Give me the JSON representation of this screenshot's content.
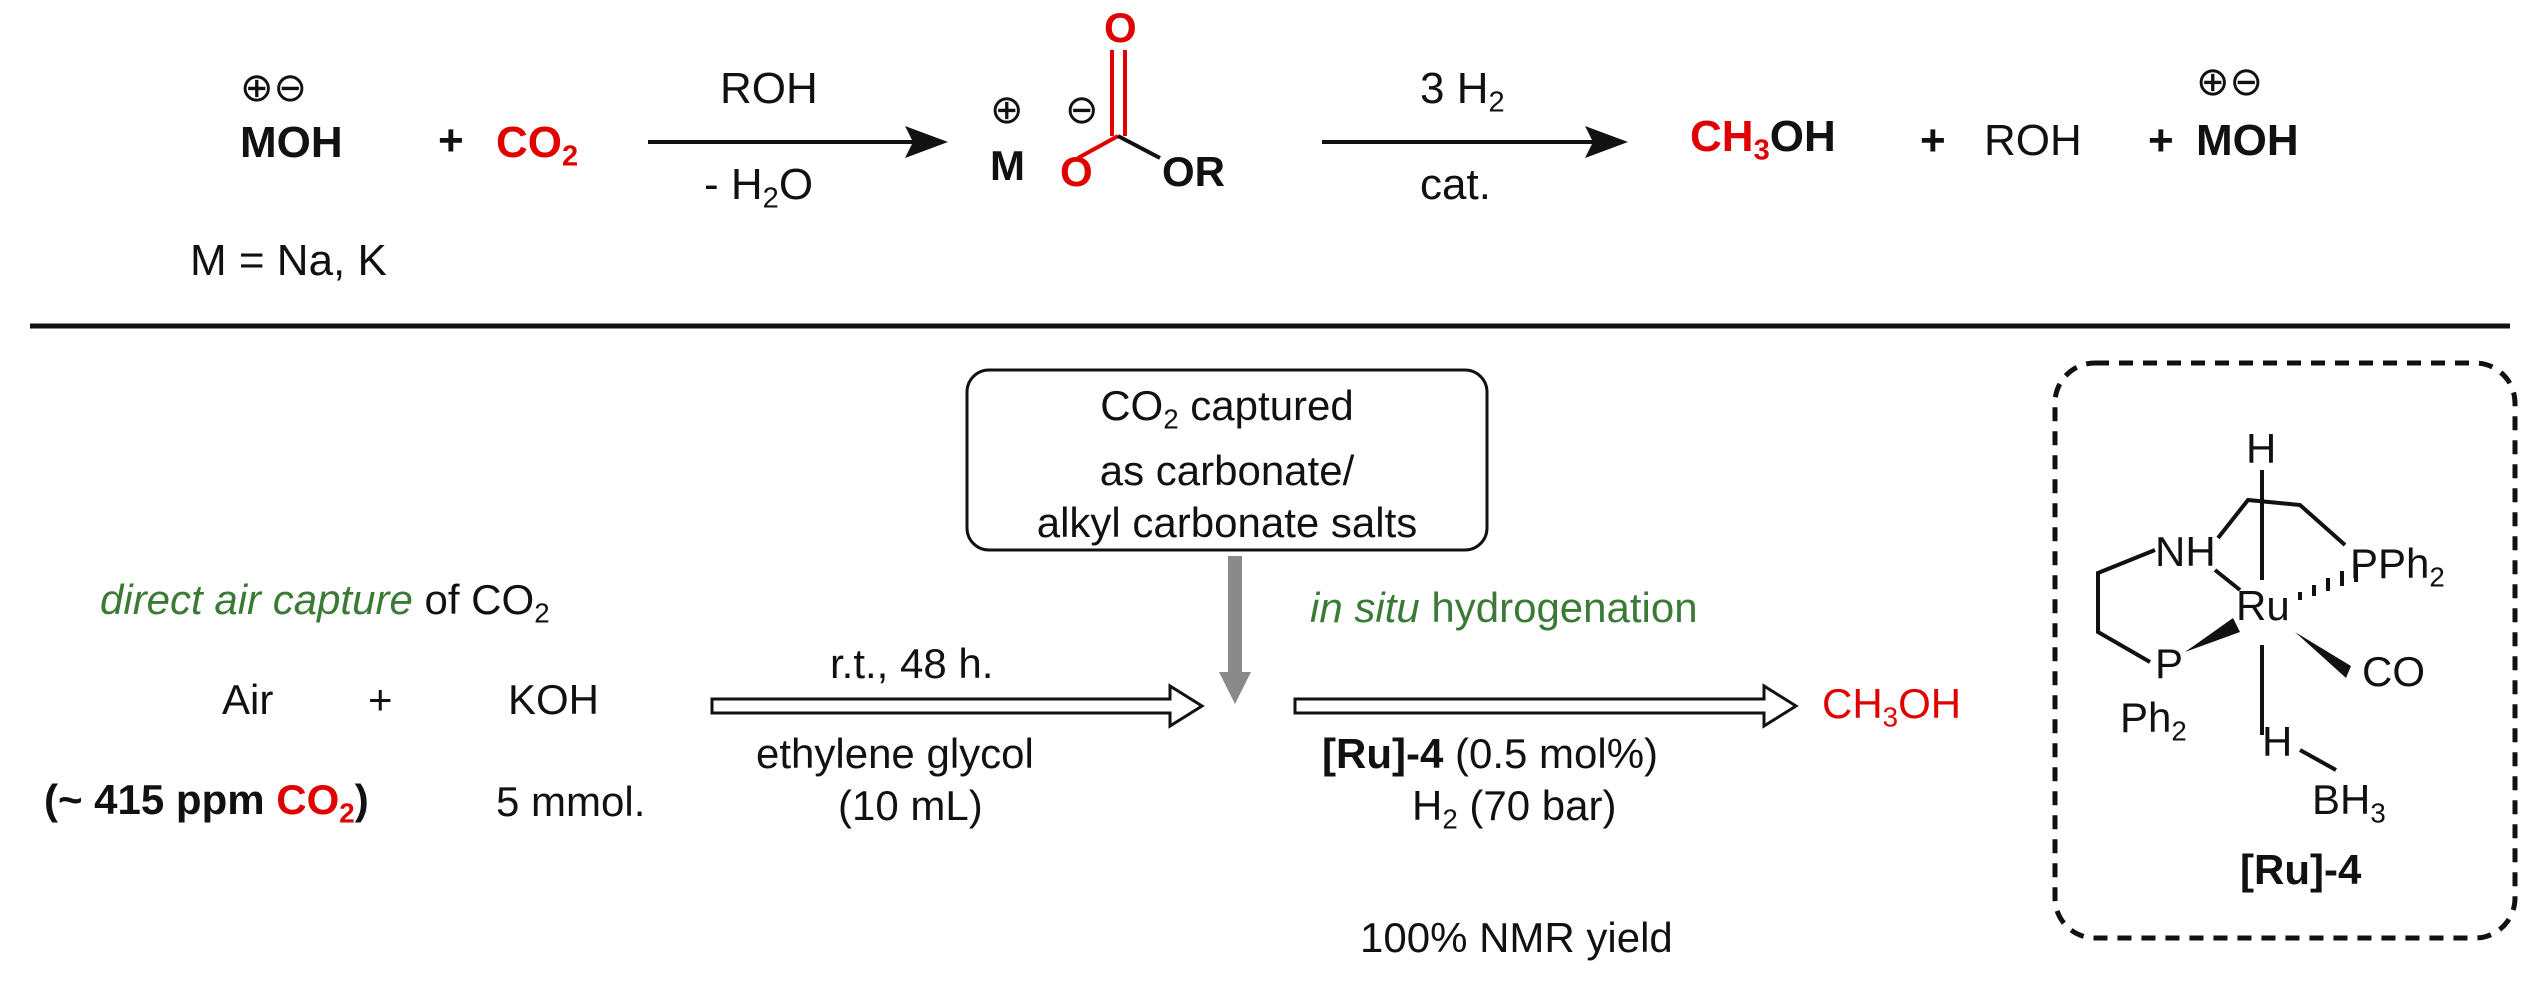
{
  "top_scheme": {
    "reactant_charges": "⊕⊖",
    "reactant_base": "MOH",
    "plus_1": "+",
    "co2_main": "CO",
    "co2_sub": "2",
    "step1_above": "ROH",
    "step1_below_prefix": "- H",
    "step1_below_sub": "2",
    "step1_below_suffix": "O",
    "carbonate_cation_charge": "⊕",
    "carbonate_anion_charge": "⊖",
    "carbonate_M": "M",
    "carbonate_O_carbonyl": "O",
    "carbonate_O_anion": "O",
    "carbonate_OR": "OR",
    "step2_above_prefix": "3 H",
    "step2_above_sub": "2",
    "step2_below": "cat.",
    "product_ch": "CH",
    "product_ch_sub": "3",
    "product_oh": "OH",
    "plus_2": "+",
    "product_roh": "ROH",
    "plus_3": "+",
    "product_base_charges": "⊕⊖",
    "product_base": "MOH",
    "metal_note": "M = Na, K"
  },
  "bottom_scheme": {
    "dac_label_italic": "direct air capture",
    "dac_label_rest": " of CO",
    "dac_label_sub": "2",
    "air": "Air",
    "plus": "+",
    "koh": "KOH",
    "ppm_prefix": "(~ 415 ppm ",
    "ppm_co2": "CO",
    "ppm_co2_sub": "2",
    "ppm_suffix": ")",
    "koh_amount": "5 mmol.",
    "capture_conditions_above": "r.t., 48 h.",
    "capture_solvent": "ethylene glycol",
    "capture_volume": "(10 mL)",
    "box_line1_prefix": "CO",
    "box_line1_sub": "2",
    "box_line1_suffix": " captured",
    "box_line2": "as carbonate/",
    "box_line3": "alkyl carbonate salts",
    "hydro_label_italic": "in situ",
    "hydro_label_rest": " hydrogenation",
    "catalyst_bold": "[Ru]-4",
    "catalyst_loading": " (0.5 mol%)",
    "h2_prefix": "H",
    "h2_sub": "2",
    "h2_suffix": " (70 bar)",
    "product_ch": "CH",
    "product_sub": "3",
    "product_oh": "OH",
    "yield": "100% NMR yield"
  },
  "catalyst_structure": {
    "atom_H_top": "H",
    "atom_NH": "NH",
    "atom_Ru": "Ru",
    "atom_PPh2_right_main": "PPh",
    "atom_PPh2_right_sub": "2",
    "atom_P_left": "P",
    "atom_Ph2_main": "Ph",
    "atom_Ph2_sub": "2",
    "atom_CO": "CO",
    "atom_H_bottom": "H",
    "atom_BH3_main": "BH",
    "atom_BH3_sub": "3",
    "label": "[Ru]-4"
  },
  "colors": {
    "highlight_red": "#e00000",
    "label_green": "#3a7a35",
    "ink": "#111111",
    "arrow_gray": "#8a8a8a"
  }
}
